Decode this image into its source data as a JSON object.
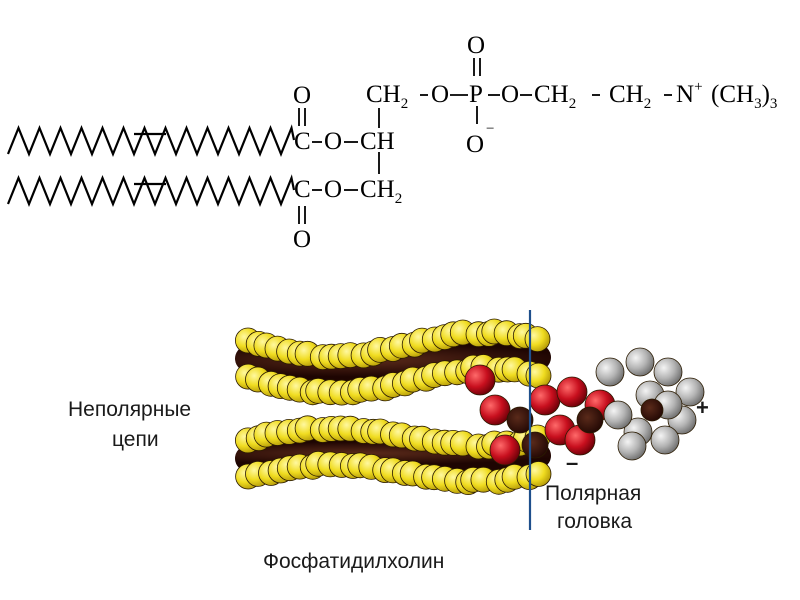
{
  "formula": {
    "ch2_top": "CH",
    "ch2_top_sub": "2",
    "o1": "O",
    "p": "P",
    "o2": "O",
    "ch2_a": "CH",
    "ch2_a_sub": "2",
    "ch2_b": "CH",
    "ch2_b_sub": "2",
    "n_plus": "N",
    "plus_sup": "+",
    "methyl": "(CH",
    "methyl_sub": "3",
    "methyl_close": ")",
    "methyl_count": "3",
    "phosphate_o_top": "O",
    "phosphate_o_bottom": "O",
    "phosphate_minus": "−",
    "ester1_c": "C",
    "ester1_o": "O",
    "ester1_carbonyl_o": "O",
    "ch": "CH",
    "ester2_c": "C",
    "ester2_o": "O",
    "ester2_carbonyl_o": "O",
    "ch2_bottom": "CH",
    "ch2_bottom_sub": "2"
  },
  "labels": {
    "nonpolar_line1": "Неполярные",
    "nonpolar_line2": "цепи",
    "polar_line1": "Полярная",
    "polar_line2": "головка",
    "minus": "–",
    "plus": "+",
    "molecule_name": "Фосфатидилхолин"
  },
  "colors": {
    "carbon_chain": "#2a0c05",
    "hydrogen": "#f2e020",
    "oxygen": "#c80f1e",
    "choline_gray": "#b4b4b4",
    "divider": "#1f4f8c"
  }
}
